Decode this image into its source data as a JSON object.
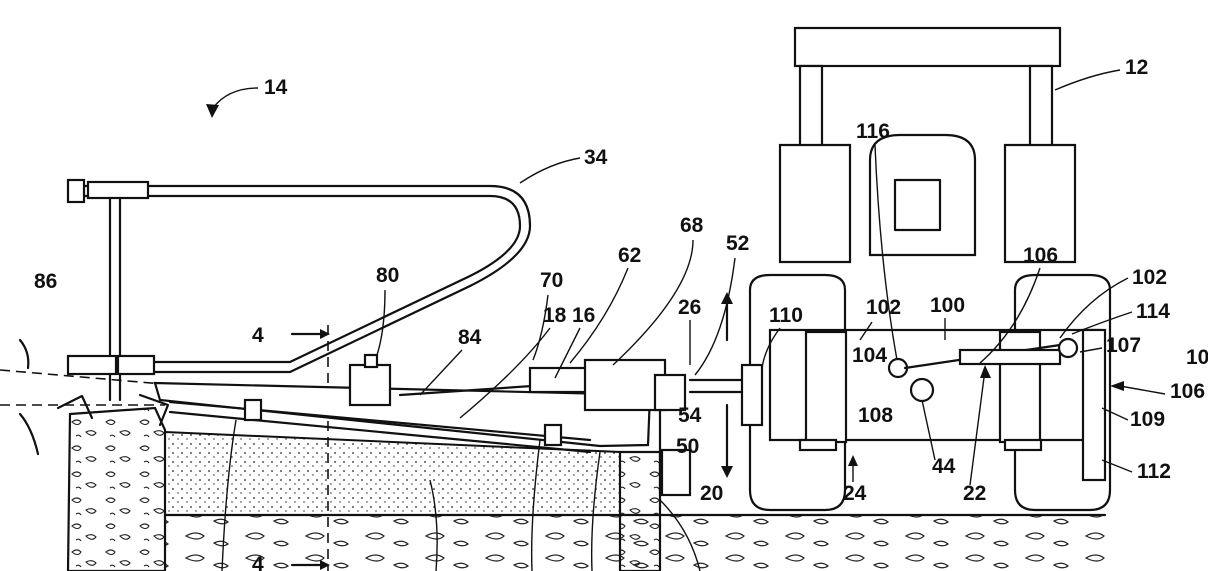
{
  "labels": {
    "l14": "14",
    "l12": "12",
    "l34": "34",
    "l116": "116",
    "l68": "68",
    "l52": "52",
    "l62": "62",
    "l80": "80",
    "l86": "86",
    "l70": "70",
    "l106": "106",
    "l102": "102",
    "l114": "114",
    "l26": "26",
    "l18": "18",
    "l16": "16",
    "l110": "110",
    "l100": "100",
    "l84": "84",
    "l4": "4",
    "l104": "104",
    "l107": "107",
    "l10": "10",
    "l54": "54",
    "l108": "108",
    "l109": "109",
    "l50": "50",
    "l44": "44",
    "l112": "112",
    "l20": "20",
    "l24": "24",
    "l22": "22"
  }
}
